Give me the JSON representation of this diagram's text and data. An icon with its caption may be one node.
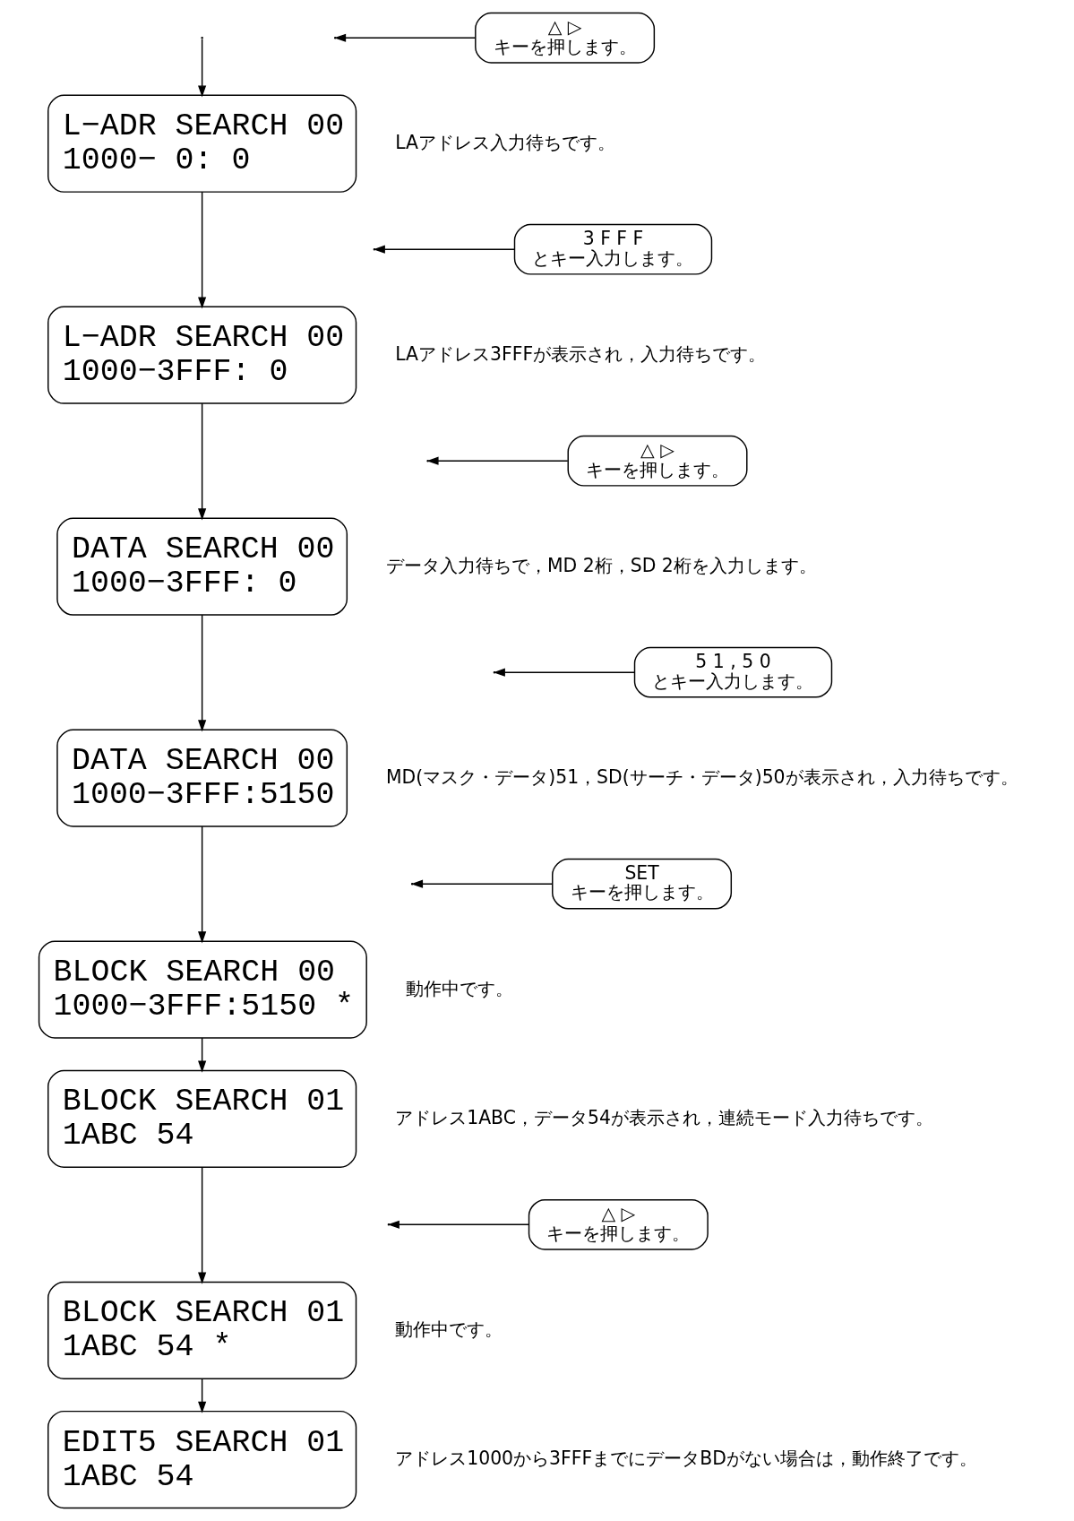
{
  "diagram": {
    "nodes": [
      {
        "text": [
          "△ ▷",
          "キーを押します。"
        ]
      },
      {
        "text": [
          "L−ADR SEARCH 00",
          "1000− 0: 0"
        ],
        "beside": [
          "LAアドレス入力待ちです。"
        ]
      },
      {
        "text": [
          "3 F F F",
          "とキー入力します。"
        ]
      },
      {
        "text": [
          "L−ADR SEARCH 00",
          "1000−3FFF: 0"
        ],
        "beside": [
          "LAアドレス3FFFが表示され，入力待ちです。"
        ]
      },
      {
        "text": [
          "△ ▷",
          "キーを押します。"
        ]
      },
      {
        "text": [
          "DATA SEARCH 00",
          "1000−3FFF: 0"
        ],
        "beside": [
          "データ入力待ちで，MD 2桁，SD 2桁を入力します。"
        ]
      },
      {
        "text": [
          "5 1 , 5 0",
          "とキー入力します。"
        ]
      },
      {
        "text": [
          "DATA SEARCH 00",
          "1000−3FFF:5150"
        ],
        "beside": [
          "MD(マスク・データ)51，SD(サーチ・データ)50が表示され，入力待ちです。"
        ]
      },
      {
        "text": [
          "SET",
          "キーを押します。"
        ]
      },
      {
        "text": [
          "BLOCK SEARCH 00",
          "1000−3FFF:5150 *"
        ],
        "beside": [
          "動作中です。"
        ]
      },
      {
        "text": [
          "BLOCK SEARCH 01",
          "1ABC 54"
        ],
        "beside": [
          "アドレス1ABC，データ54が表示され，連続モード入力待ちです。"
        ]
      },
      {
        "text": [
          "△ ▷",
          "キーを押します。"
        ]
      },
      {
        "text": [
          "BLOCK SEARCH 01",
          "1ABC 54 *"
        ],
        "beside": [
          "動作中です。"
        ]
      },
      {
        "text": [
          "EDIT5 SEARCH 01",
          "1ABC 54"
        ],
        "beside": [
          "アドレス1000から3FFFまでにデータBDがない場合は，動作終了です。"
        ]
      }
    ],
    "edges": [
      {
        "from": null,
        "to": 1,
        "arrow": "to"
      },
      {
        "from": 0,
        "to": null,
        "arrow": "to"
      },
      {
        "from": 1,
        "to": 3,
        "arrow": "to"
      },
      {
        "from": 2,
        "to": null,
        "arrow": "to"
      },
      {
        "from": 3,
        "to": 5,
        "arrow": "to"
      },
      {
        "from": 4,
        "to": null,
        "arrow": "to"
      },
      {
        "from": 5,
        "to": 7,
        "arrow": "to"
      },
      {
        "from": 6,
        "to": null,
        "arrow": "to"
      },
      {
        "from": 7,
        "to": 9,
        "arrow": "to"
      },
      {
        "from": 8,
        "to": null,
        "arrow": "to"
      },
      {
        "from": 9,
        "to": 10,
        "arrow": "to"
      },
      {
        "from": 10,
        "to": 12,
        "arrow": "to"
      },
      {
        "from": 11,
        "to": null,
        "arrow": "to"
      },
      {
        "from": 12,
        "to": 13,
        "arrow": "to"
      }
    ]
  }
}
